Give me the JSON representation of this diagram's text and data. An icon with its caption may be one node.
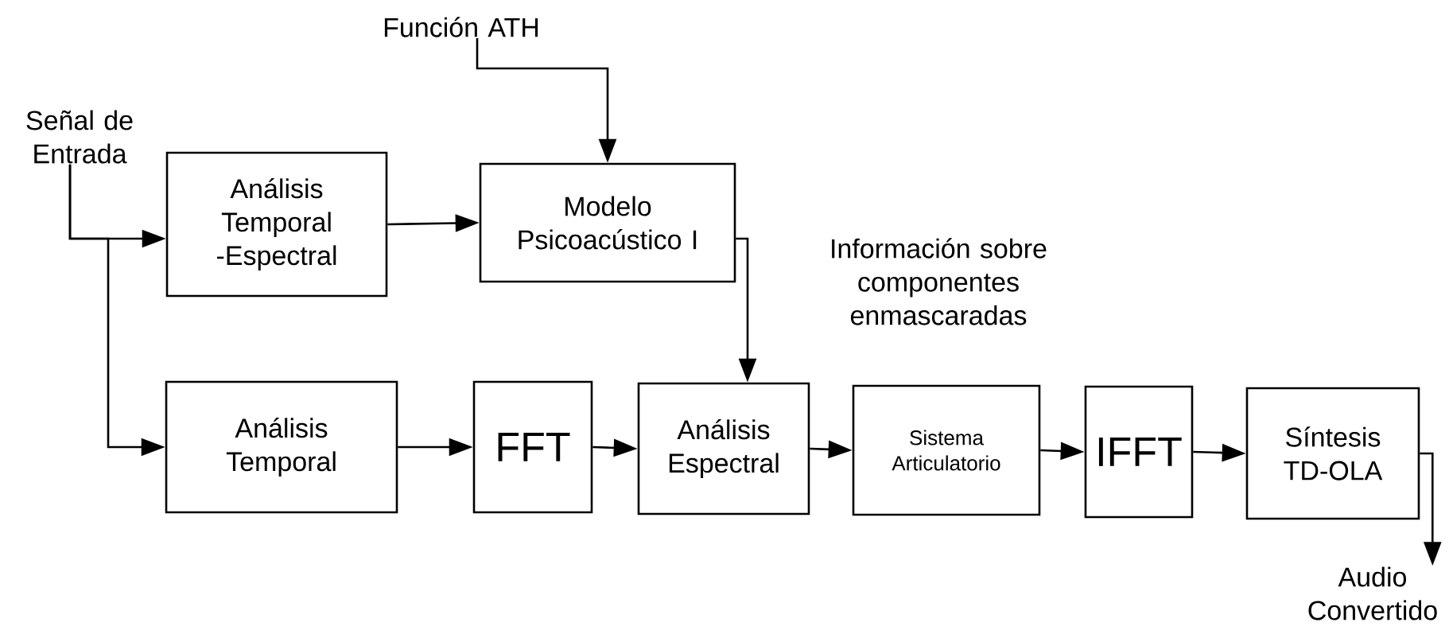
{
  "diagram": {
    "nodes": [
      {
        "text": [
          "Función ATH"
        ]
      },
      {
        "text": [
          "Señal de Entrada"
        ]
      },
      {
        "text": [
          "Análisis Temporal -Espectral"
        ]
      },
      {
        "text": [
          "Modelo Psicoacústico I"
        ]
      },
      {
        "text": [
          "Análisis Temporal"
        ]
      },
      {
        "text": [
          "FFT"
        ]
      },
      {
        "text": [
          "Análisis Espectral"
        ]
      },
      {
        "text": [
          "Sistema Articulatorio"
        ]
      },
      {
        "text": [
          "IFFT"
        ]
      },
      {
        "text": [
          "Síntesis TD-OLA"
        ]
      },
      {
        "text": [
          "Audio Convertido"
        ]
      }
    ],
    "edges": [
      {
        "from": 0,
        "to": 3,
        "arrow": "to"
      },
      {
        "from": 1,
        "to": 2,
        "arrow": "to"
      },
      {
        "from": 1,
        "to": 4,
        "arrow": "to"
      },
      {
        "from": 2,
        "to": 3,
        "arrow": "to"
      },
      {
        "from": 3,
        "to": 6,
        "arrow": "to",
        "label": "Información sobre componentes enmascaradas"
      },
      {
        "from": 4,
        "to": 5,
        "arrow": "to"
      },
      {
        "from": 5,
        "to": 6,
        "arrow": "to"
      },
      {
        "from": 6,
        "to": 7,
        "arrow": "to"
      },
      {
        "from": 7,
        "to": 8,
        "arrow": "to"
      },
      {
        "from": 8,
        "to": 9,
        "arrow": "to"
      },
      {
        "from": 9,
        "to": 10,
        "arrow": "to"
      }
    ]
  }
}
